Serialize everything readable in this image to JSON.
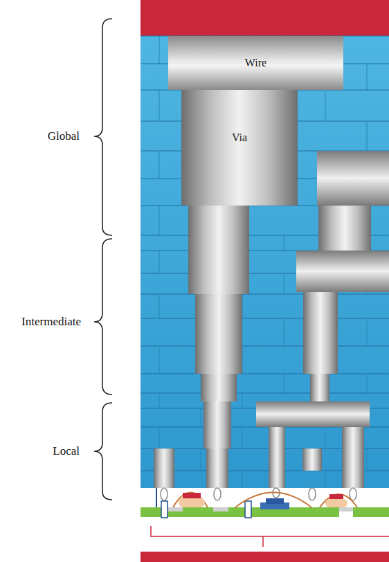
{
  "diagram": {
    "nodes": [
      {
        "text": [
          "Wire"
        ]
      },
      {
        "text": [
          "Via"
        ]
      }
    ],
    "labels": [
      "Global",
      "Intermediate",
      "Local"
    ]
  }
}
